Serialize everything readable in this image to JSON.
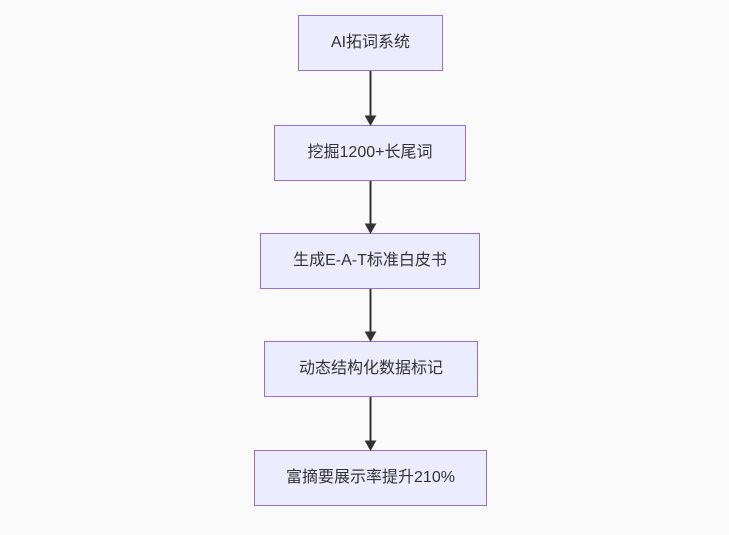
{
  "page": {
    "background_color": "#fafafa"
  },
  "flowchart": {
    "type": "flowchart",
    "direction": "top-down",
    "node_fill_color": "#ECECFF",
    "node_border_color": "#9370DB",
    "text_color": "#333333",
    "arrow_color": "#333333",
    "nodes": [
      {
        "id": "n1",
        "label": "AI拓词系统"
      },
      {
        "id": "n2",
        "label": "挖掘1200+长尾词"
      },
      {
        "id": "n3",
        "label": "生成E-A-T标准白皮书"
      },
      {
        "id": "n4",
        "label": "动态结构化数据标记"
      },
      {
        "id": "n5",
        "label": "富摘要展示率提升210%"
      }
    ],
    "edges": [
      {
        "from": "n1",
        "to": "n2"
      },
      {
        "from": "n2",
        "to": "n3"
      },
      {
        "from": "n3",
        "to": "n4"
      },
      {
        "from": "n4",
        "to": "n5"
      }
    ]
  }
}
